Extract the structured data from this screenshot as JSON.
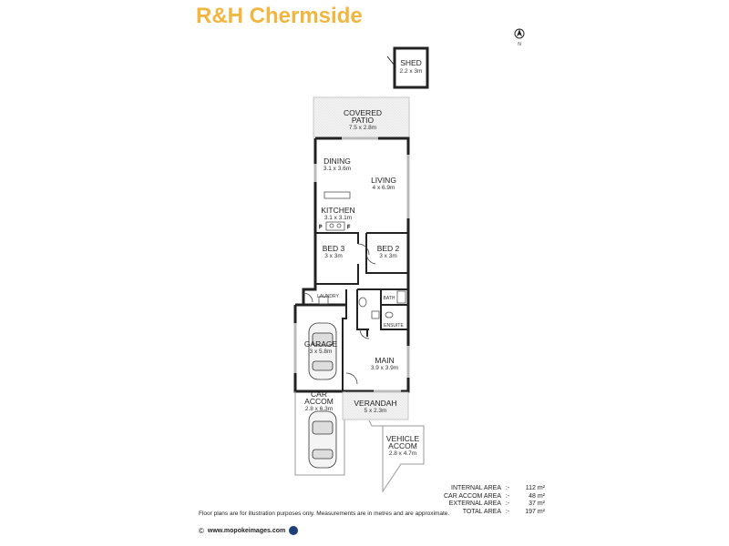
{
  "title": "R&H Chermside",
  "compass": {
    "label": "N",
    "icon": "north-arrow-icon"
  },
  "rooms": {
    "shed": {
      "name": "SHED",
      "dims": "2.2 x 3m"
    },
    "covered_patio": {
      "name_line1": "COVERED",
      "name_line2": "PATIO",
      "dims": "7.5 x 2.8m"
    },
    "dining": {
      "name": "DINING",
      "dims": "3.1 x 3.6m"
    },
    "living": {
      "name": "LIVING",
      "dims": "4 x 6.9m"
    },
    "kitchen": {
      "name": "KITCHEN",
      "dims": "3.1 x 3.1m",
      "fridge_label": "F",
      "pantry_label": "P"
    },
    "bed3": {
      "name": "BED 3",
      "dims": "3 x 3m"
    },
    "bed2": {
      "name": "BED 2",
      "dims": "3 x 3m"
    },
    "laundry": {
      "name": "LAUNDRY"
    },
    "bath": {
      "name": "BATH"
    },
    "ensuite": {
      "name": "ENSUITE"
    },
    "garage": {
      "name": "GARAGE",
      "dims": "3 x 5.8m"
    },
    "main": {
      "name": "MAIN",
      "dims": "3.9 x 3.9m"
    },
    "car_accom": {
      "name_line1": "CAR",
      "name_line2": "ACCOM",
      "dims": "2.8 x 6.3m"
    },
    "verandah": {
      "name": "VERANDAH",
      "dims": "5 x 2.3m"
    },
    "vehicle_accom": {
      "name_line1": "VEHICLE",
      "name_line2": "ACCOM",
      "dims": "2.8 x 4.7m"
    }
  },
  "areas": [
    {
      "label": "INTERNAL AREA",
      "sep": ":-",
      "value": "112 m²"
    },
    {
      "label": "CAR ACCOM AREA",
      "sep": ":-",
      "value": "48 m²"
    },
    {
      "label": "EXTERNAL AREA",
      "sep": ":-",
      "value": "37 m²"
    },
    {
      "label": "TOTAL AREA",
      "sep": ":-",
      "value": "197 m²"
    }
  ],
  "disclaimer": "Floor plans are for illustration purposes only. Measurements are in metres and are approximate.",
  "brand": {
    "copyright": "©",
    "site": "www.mopokeimages.com"
  }
}
